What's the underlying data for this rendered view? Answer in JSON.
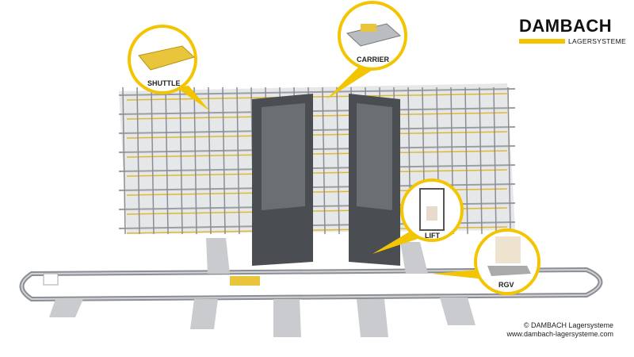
{
  "logo": {
    "name": "DAMBACH",
    "tagline": "LAGERSYSTEME",
    "accent": "#f2c500"
  },
  "callouts": {
    "shuttle": "SHUTTLE",
    "carrier": "CARRIER",
    "lift": "LIFT",
    "rgv": "RGV"
  },
  "copyright": {
    "line1": "© DAMBACH Lagersysteme",
    "line2": "www.dambach-lagersysteme.com"
  }
}
